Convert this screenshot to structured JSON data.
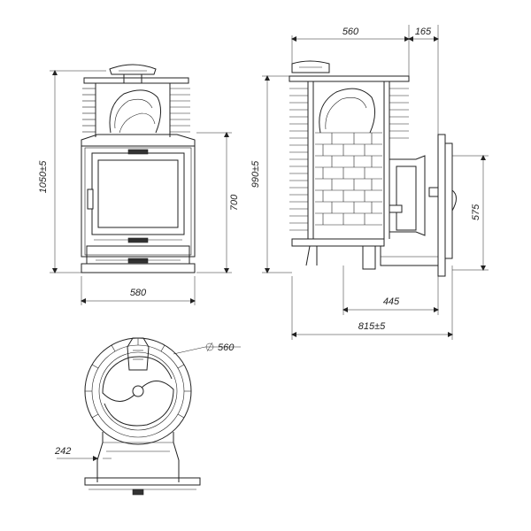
{
  "dimensions": {
    "front_height": "1050±5",
    "front_width": "580",
    "door_height": "700",
    "side_height": "990±5",
    "side_body_width": "560",
    "side_top_offset": "165",
    "side_door_height": "575",
    "side_depth_lower": "445",
    "side_total_depth": "815±5",
    "plan_diameter": "560",
    "plan_offset": "242"
  },
  "colors": {
    "line": "#222222",
    "background": "#ffffff"
  }
}
